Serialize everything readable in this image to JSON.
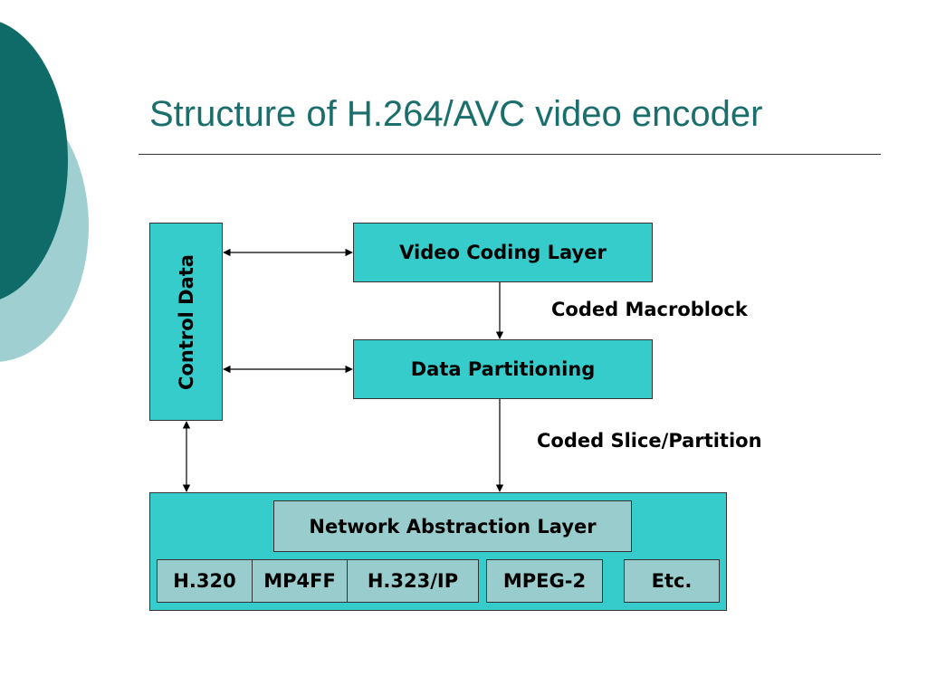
{
  "slide": {
    "title": "Structure of H.264/AVC video encoder"
  },
  "diagram": {
    "nodes": {
      "video_coding_layer": "Video Coding Layer",
      "data_partitioning": "Data Partitioning",
      "control_data": "Control Data",
      "network_abstraction_layer": "Network Abstraction Layer",
      "transports": [
        "H.320",
        "MP4FF",
        "H.323/IP",
        "MPEG-2",
        "Etc."
      ]
    },
    "edges": {
      "vcl_to_dp": "Coded Macroblock",
      "dp_to_nal": "Coded Slice/Partition"
    }
  },
  "colors": {
    "title": "#1a6f6c",
    "box_fill": "#36cccc",
    "box_fill_light": "#99cccc",
    "deco_dark": "#0f6b68",
    "deco_light": "#9fcfd0"
  }
}
